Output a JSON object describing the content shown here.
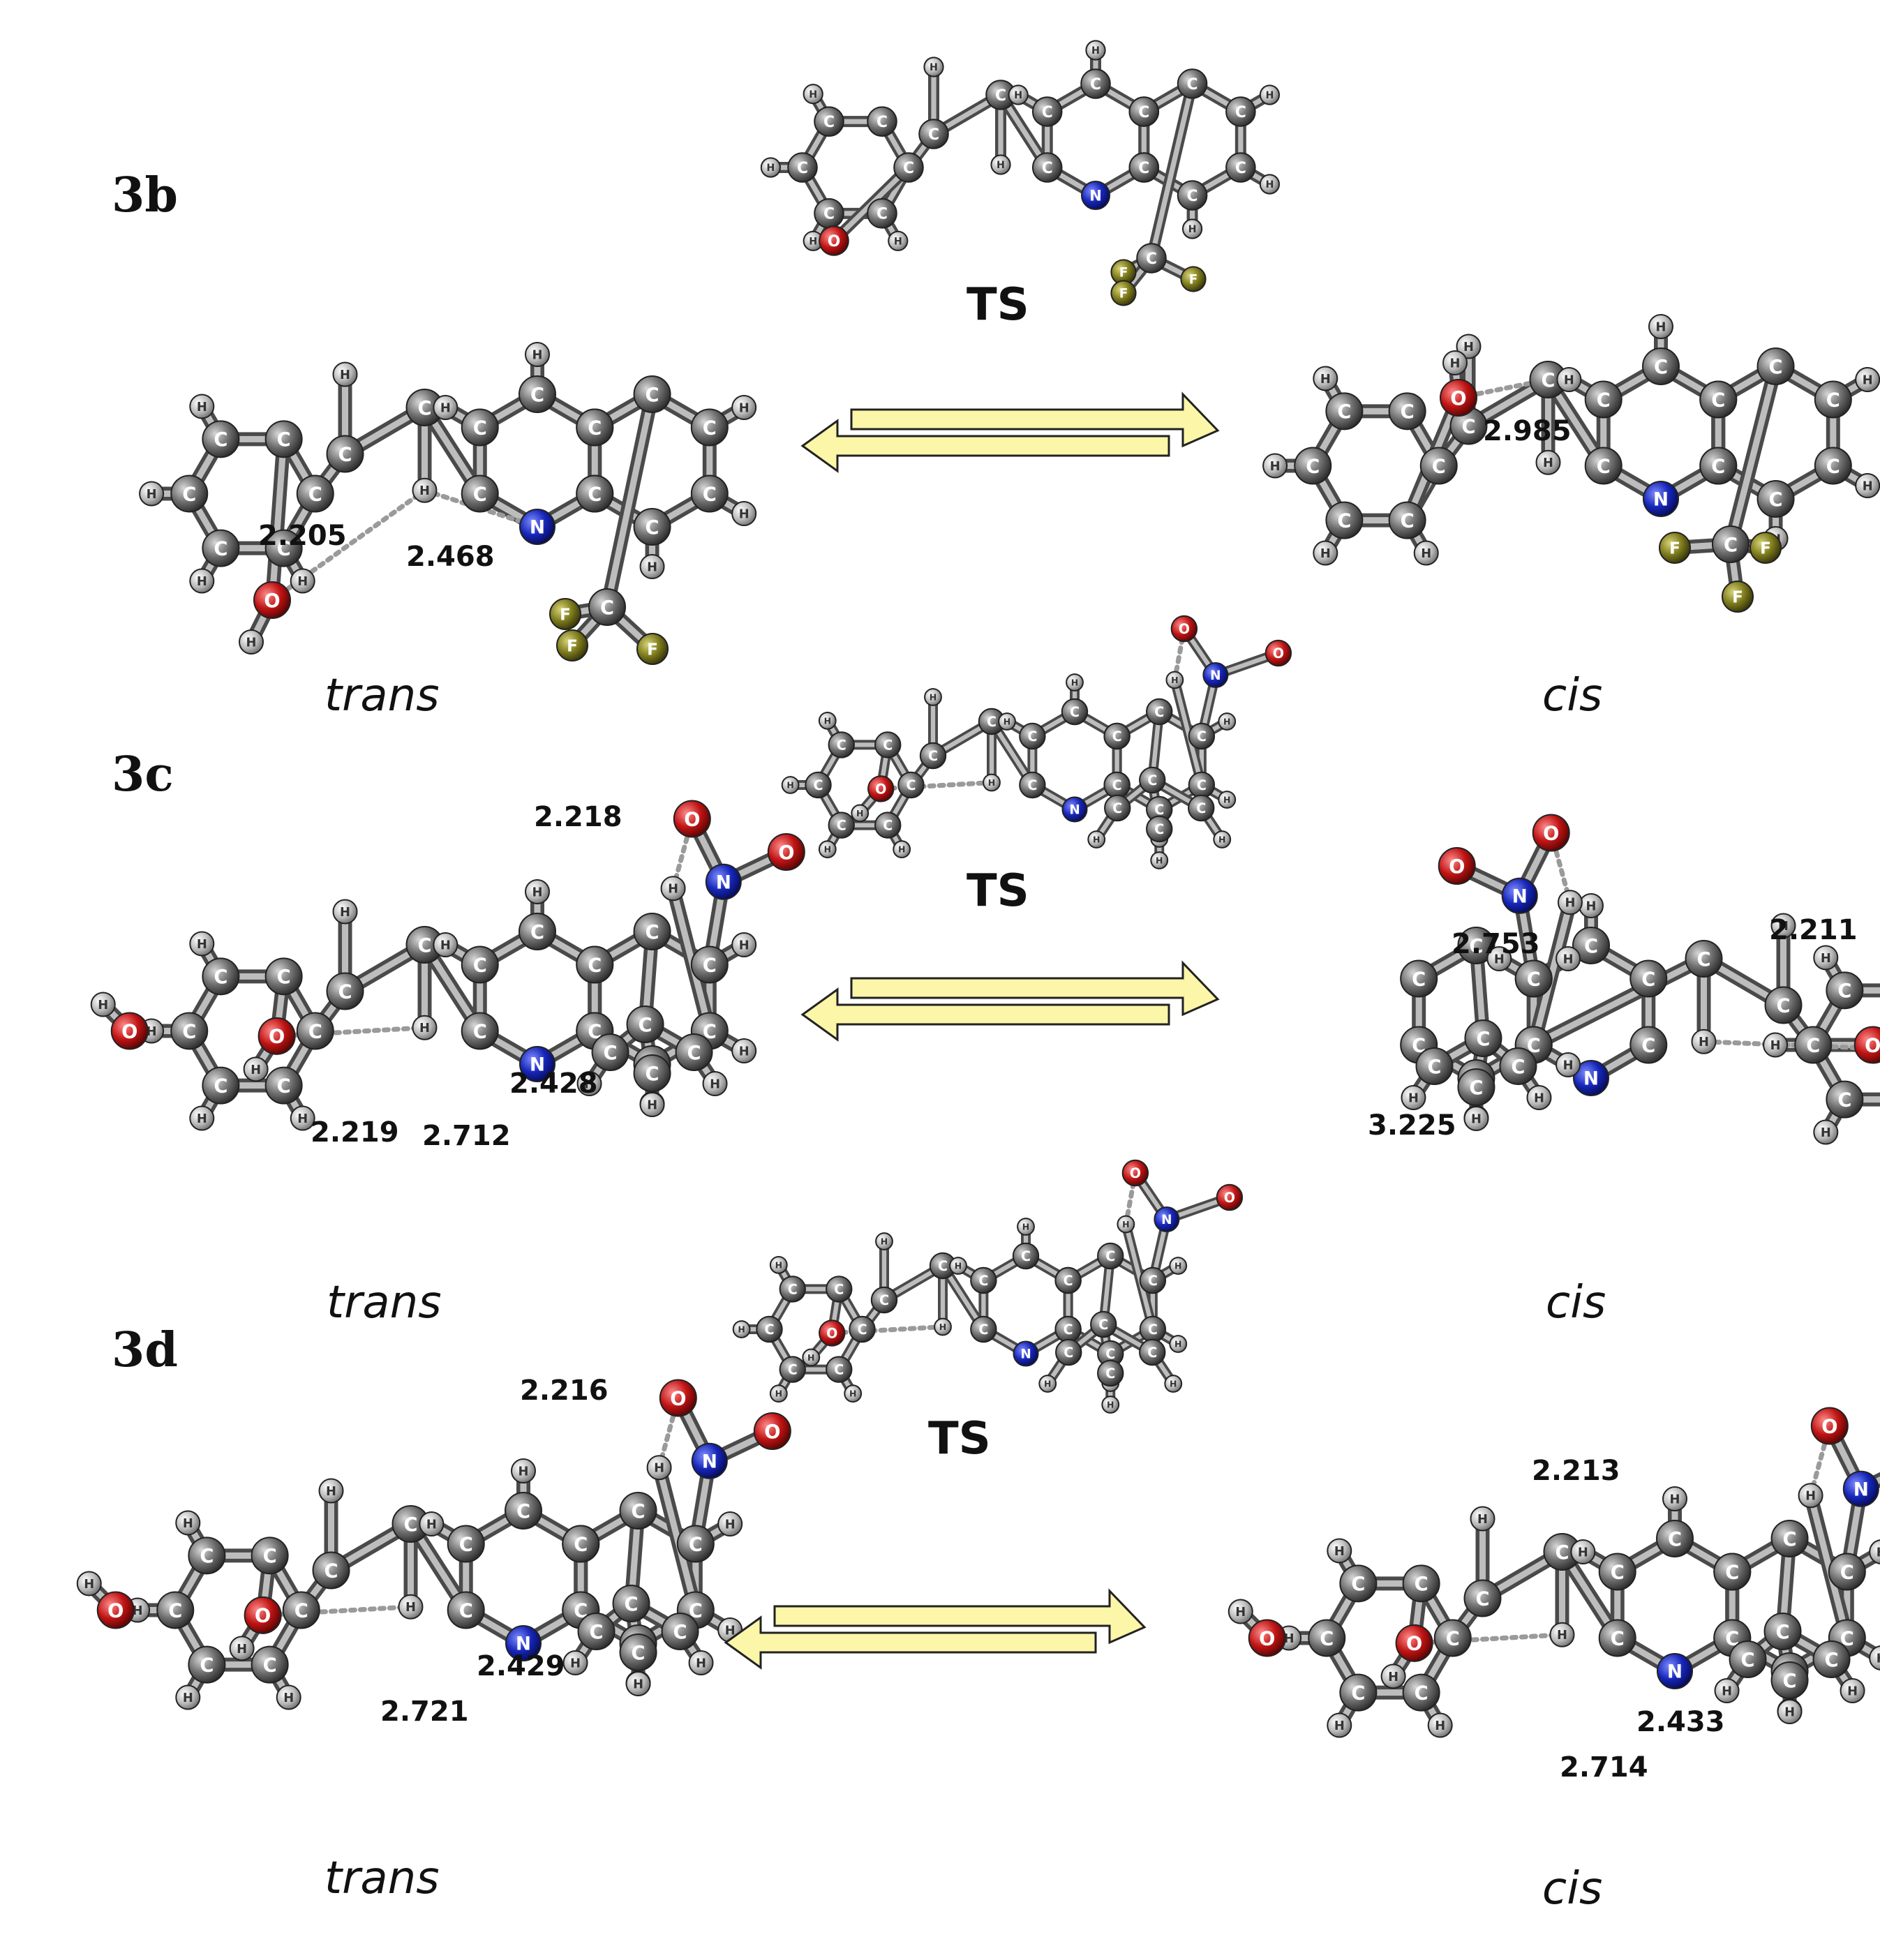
{
  "compounds": [
    {
      "label": "3b",
      "trans": "trans",
      "ts": "TS",
      "cis": "cis",
      "trans_distances": [
        "2.205",
        "2.468"
      ],
      "cis_distances": [
        "2.985"
      ]
    },
    {
      "label": "3c",
      "trans": "trans",
      "ts": "TS",
      "cis": "cis",
      "trans_distances": [
        "2.218",
        "2.219",
        "2.428",
        "2.712"
      ],
      "cis_distances": [
        "2.753",
        "2.211",
        "3.225"
      ]
    },
    {
      "label": "3d",
      "trans": "trans",
      "ts": "TS",
      "cis": "cis",
      "trans_distances": [
        "2.216",
        "2.429",
        "2.721"
      ],
      "cis_distances": [
        "2.213",
        "2.433",
        "2.714"
      ]
    }
  ],
  "atom_colors": {
    "C": "#6e6e6e",
    "H": "#c8c8c8",
    "N": "#1626b8",
    "O": "#c01414",
    "F": "#7d7a1c"
  },
  "atom_symbols": {
    "C": "C",
    "H": "H",
    "N": "N",
    "O": "O",
    "F": "F"
  },
  "arrow_color": "#fbf6a8"
}
